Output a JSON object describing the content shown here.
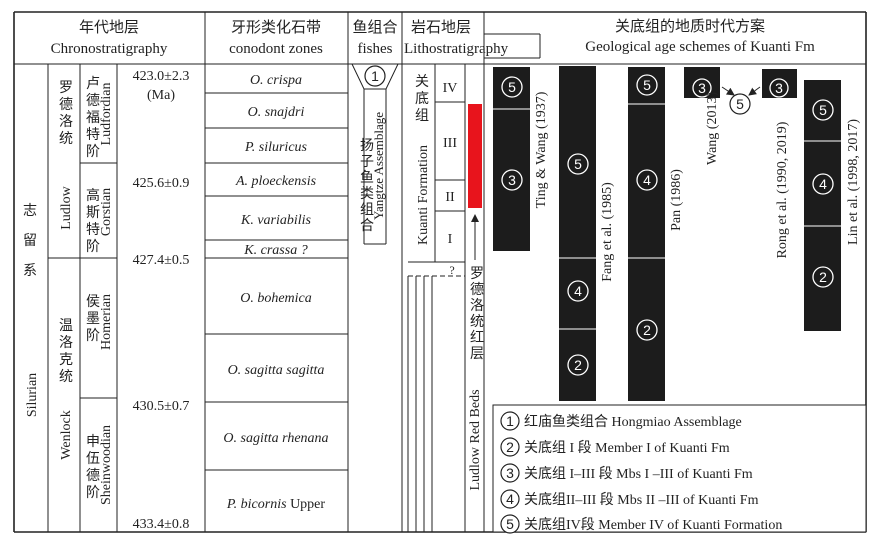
{
  "headers": {
    "chrono_cn": "年代地层",
    "chrono_en": "Chronostratigraphy",
    "cono_cn": "牙形类化石带",
    "cono_en": "conodont zones",
    "fish_cn": "鱼组合",
    "fish_en": "fishes",
    "litho_cn": "岩石地层",
    "litho_en": "Lithostratigraphy",
    "schemes_cn": "关底组的地质时代方案",
    "schemes_en": "Geological age schemes of Kuanti Fm"
  },
  "system": {
    "cn": "志留系",
    "en": "Silurian"
  },
  "series": [
    {
      "cn": "罗德洛统",
      "en": "Ludlow"
    },
    {
      "cn": "温洛克统",
      "en": "Wenlock"
    }
  ],
  "stages": [
    {
      "cn": "卢德福特阶",
      "en": "Ludfordian"
    },
    {
      "cn": "高斯特阶",
      "en": "Gorstian"
    },
    {
      "cn": "侯墨阶",
      "en": "Homerian"
    },
    {
      "cn": "申伍德阶",
      "en": "Sheinwoodian"
    }
  ],
  "ages": {
    "a1": "423.0±2.3",
    "unit": "(Ma)",
    "a2": "425.6±0.9",
    "a3": "427.4±0.5",
    "a4": "430.5±0.7",
    "a5": "433.4±0.8"
  },
  "conodont_zones": [
    "O. crispa",
    "O. snajdri",
    "P. siluricus",
    "A. ploeckensis",
    "K. variabilis",
    "K. crassa ?",
    "O. bohemica",
    "O. sagitta sagitta",
    "O. sagitta rhenana",
    "P. bicornis Upper"
  ],
  "fish": {
    "num": "1",
    "cn": "扬子鱼类组合",
    "en": "Yangtze Assemblage"
  },
  "litho": {
    "formation_cn": "关底组",
    "formation_en": "Kuanti Formation",
    "members": [
      "IV",
      "III",
      "II",
      "I"
    ],
    "question": "?",
    "redbeds_cn": "罗德洛统红层",
    "redbeds_en": "Ludlow Red Beds",
    "red_color": "#e8141c"
  },
  "schemes": [
    {
      "author": "Ting & Wang (1937)",
      "members": [
        "5",
        "3"
      ]
    },
    {
      "author": "Fang et al. (1985)",
      "members": [
        "5",
        "4",
        "2"
      ]
    },
    {
      "author": "Pan (1986)",
      "members": [
        "5",
        "4",
        "2"
      ]
    },
    {
      "author": "Wang (2013)",
      "members": [
        "3",
        "5"
      ]
    },
    {
      "author": "Rong et al. (1990, 2019)",
      "members": [
        "3"
      ]
    },
    {
      "author": "Lin et al. (1998, 2017)",
      "members": [
        "5",
        "4",
        "2"
      ]
    }
  ],
  "legend": [
    {
      "num": "1",
      "text": "红庙鱼类组合 Hongmiao Assemblage"
    },
    {
      "num": "2",
      "text": "关底组 I 段 Member I of Kuanti Fm"
    },
    {
      "num": "3",
      "text": "关底组 I–III 段 Mbs I –III of Kuanti Fm"
    },
    {
      "num": "4",
      "text": "关底组II–III 段 Mbs II –III of Kuanti Fm"
    },
    {
      "num": "5",
      "text": "关底组IV段 Member IV of Kuanti Formation"
    }
  ]
}
